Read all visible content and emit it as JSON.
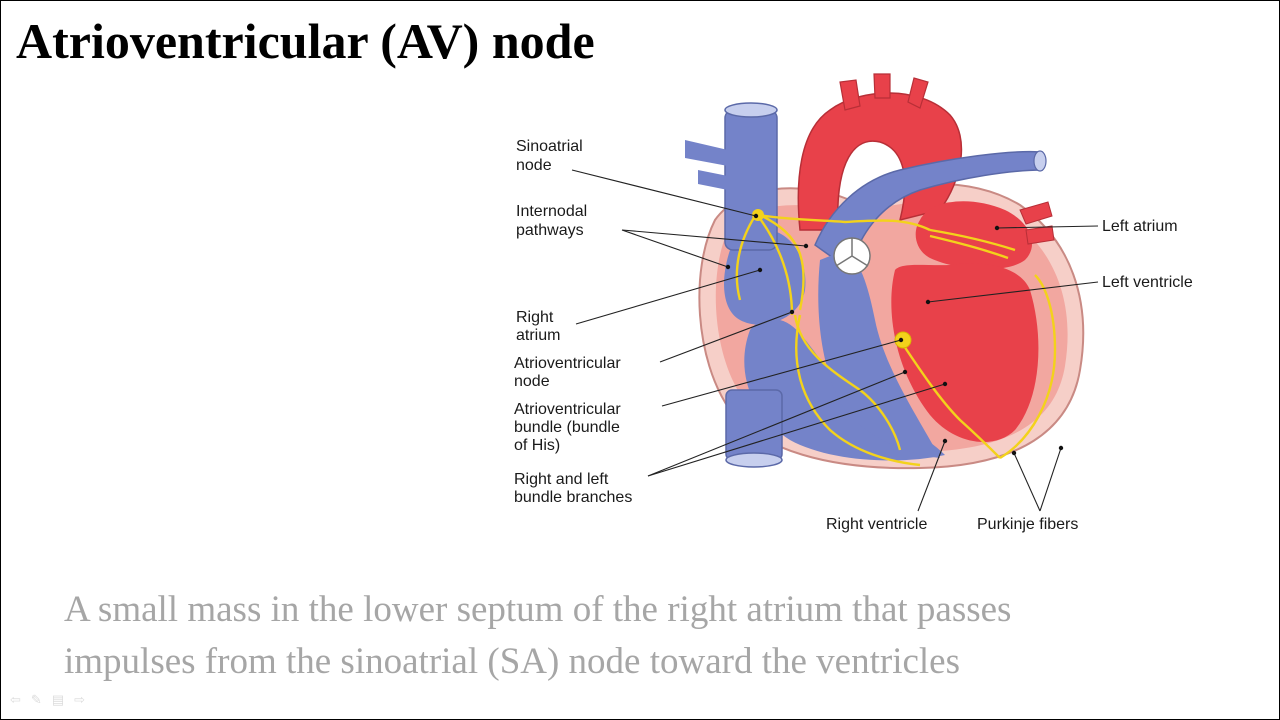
{
  "slide": {
    "title": "Atrioventricular (AV) node",
    "caption_line1": "A small mass in the lower septum of the right atrium that passes",
    "caption_line2": "impulses from the sinoatrial (SA) node toward the ventricles"
  },
  "diagram": {
    "labels": {
      "sinoatrial_1": "Sinoatrial",
      "sinoatrial_2": "node",
      "internodal_1": "Internodal",
      "internodal_2": "pathways",
      "right_atrium_1": "Right",
      "right_atrium_2": "atrium",
      "av_node_1": "Atrioventricular",
      "av_node_2": "node",
      "av_bundle_1": "Atrioventricular",
      "av_bundle_2": "bundle (bundle",
      "av_bundle_3": "of His)",
      "bundle_branches_1": "Right and left",
      "bundle_branches_2": "bundle branches",
      "left_atrium": "Left atrium",
      "left_ventricle": "Left ventricle",
      "right_ventricle": "Right ventricle",
      "purkinje": "Purkinje fibers"
    }
  },
  "colors": {
    "deoxygenated": "#7483c9",
    "oxygenated": "#e8414a",
    "muscle": "#f2a7a0",
    "pericardium": "#f6cfc8",
    "conduction": "#f3d21b",
    "caption": "#a6a6a6"
  },
  "toolbar": {
    "prev": "⇦",
    "pen": "✎",
    "menu": "▤",
    "next": "⇨"
  }
}
